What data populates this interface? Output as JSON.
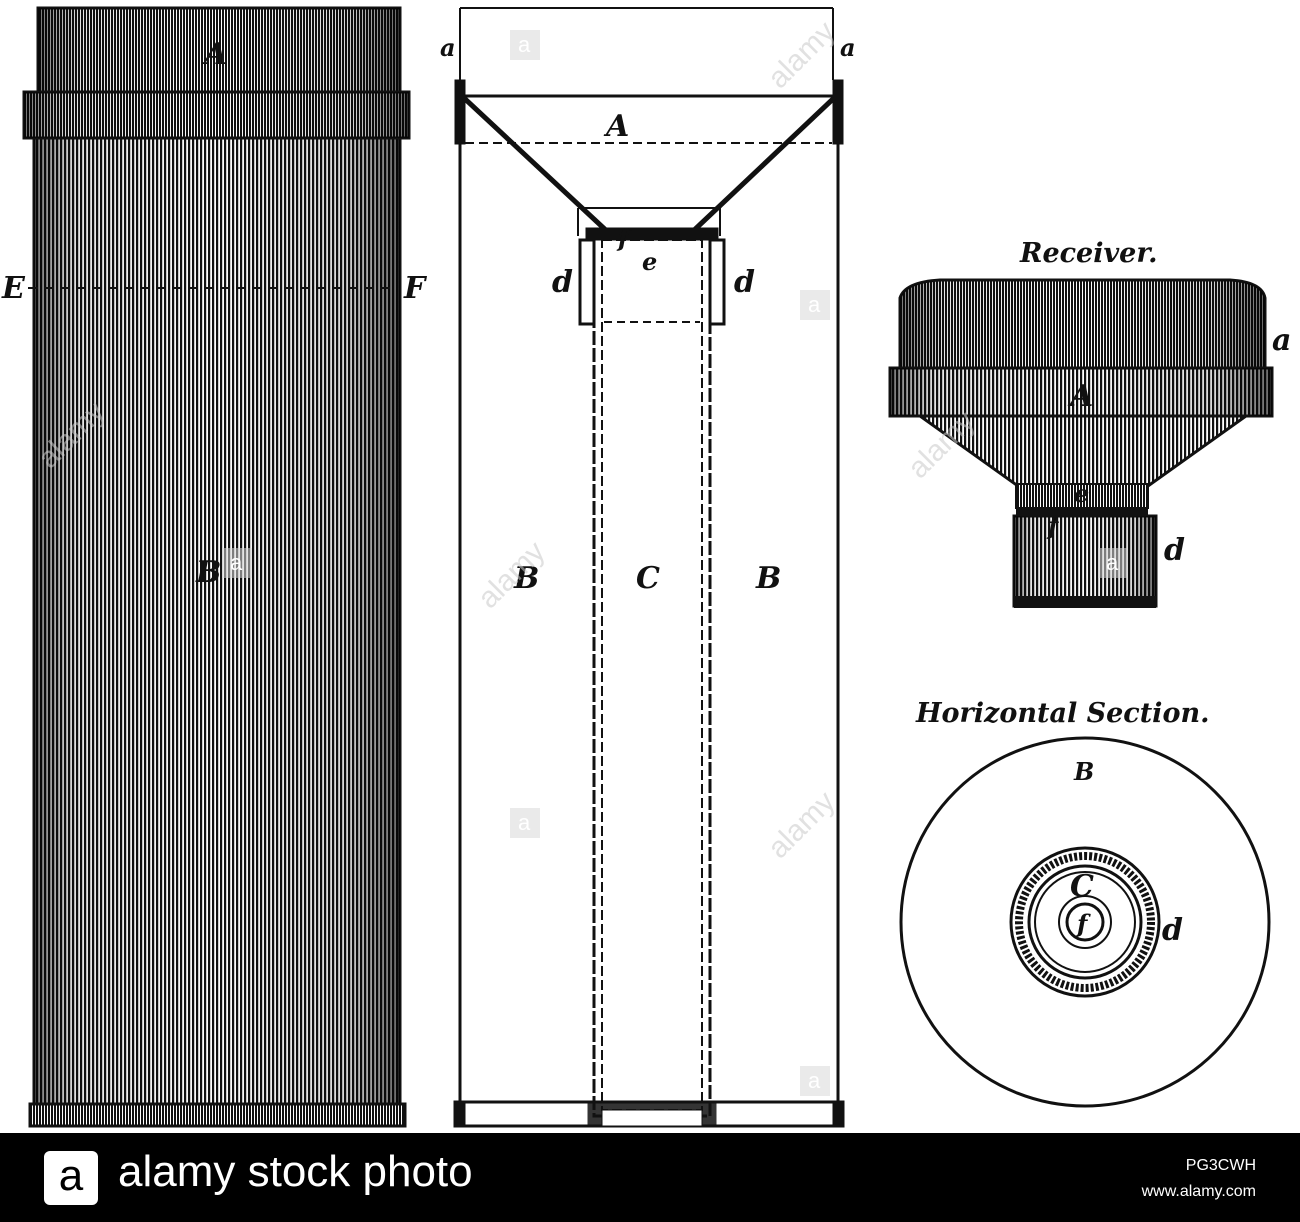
{
  "labels": {
    "outer_top": "A",
    "outer_body": "B",
    "outer_left": "E",
    "outer_right": "F",
    "section_a_left": "a",
    "section_a_right": "a",
    "section_funnel": "A",
    "section_f": "f",
    "section_e": "e",
    "section_d_left": "d",
    "section_d_right": "d",
    "section_b_left": "B",
    "section_c": "C",
    "section_b_right": "B",
    "receiver_title": "Receiver.",
    "receiver_a": "a",
    "receiver_A": "A",
    "receiver_e": "e",
    "receiver_f": "f",
    "receiver_d": "d",
    "horizontal_title": "Horizontal Section.",
    "horizontal_B": "B",
    "horizontal_C": "C",
    "horizontal_f": "f",
    "horizontal_d": "d"
  },
  "watermark": {
    "mark": "a",
    "text": "alamy"
  },
  "footer": {
    "logo_letter": "a",
    "brand": "alamy stock photo",
    "image_id": "PG3CWH",
    "url": "www.alamy.com"
  },
  "colors": {
    "ink": "#111111",
    "footer_bg": "#000000",
    "watermark": "#c9c9c9"
  }
}
